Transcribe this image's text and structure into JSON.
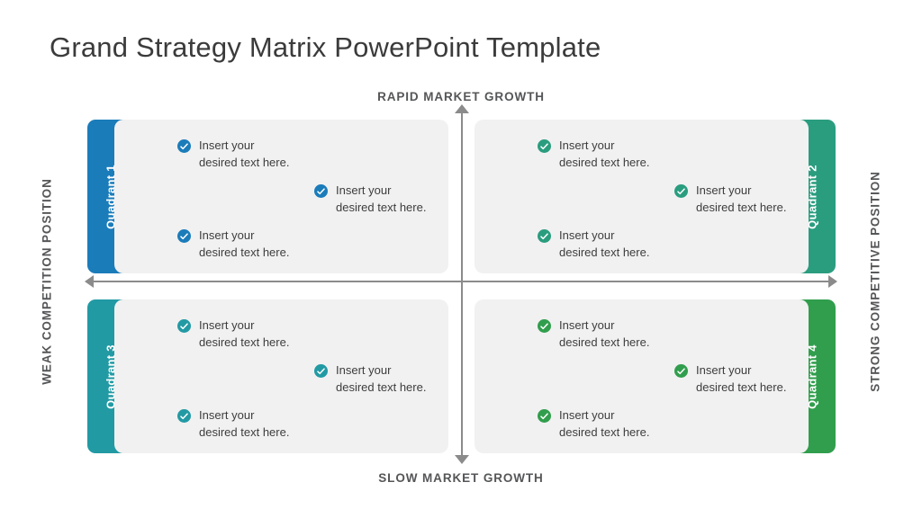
{
  "title": "Grand Strategy Matrix PowerPoint Template",
  "axes": {
    "top_label": "RAPID MARKET GROWTH",
    "bottom_label": "SLOW MARKET GROWTH",
    "left_label": "WEAK COMPETITION POSITION",
    "right_label": "STRONG COMPETITIVE POSITION",
    "axis_color": "#8b8b8b",
    "vertical_arrow_up_icon": "arrow-up-icon",
    "vertical_arrow_down_icon": "arrow-down-icon",
    "horizontal_arrow_left_icon": "arrow-left-icon",
    "horizontal_arrow_right_icon": "arrow-right-icon"
  },
  "bullet_icon": "check-circle-icon",
  "panel_color": "#f1f1f1",
  "quadrants": [
    {
      "label": "Quadrant 1",
      "color": "#1b7cba",
      "tab_side": "left",
      "items": [
        {
          "line1": "Insert your",
          "line2": "desired text here."
        },
        {
          "line1": "Insert your",
          "line2": "desired text here."
        },
        {
          "line1": "Insert your",
          "line2": "desired text here."
        }
      ]
    },
    {
      "label": "Quadrant 2",
      "color": "#2a9d7f",
      "tab_side": "right",
      "items": [
        {
          "line1": "Insert your",
          "line2": "desired text here."
        },
        {
          "line1": "Insert your",
          "line2": "desired text here."
        },
        {
          "line1": "Insert your",
          "line2": "desired text here."
        }
      ]
    },
    {
      "label": "Quadrant 3",
      "color": "#229aa4",
      "tab_side": "left",
      "items": [
        {
          "line1": "Insert your",
          "line2": "desired text here."
        },
        {
          "line1": "Insert your",
          "line2": "desired text here."
        },
        {
          "line1": "Insert your",
          "line2": "desired text here."
        }
      ]
    },
    {
      "label": "Quadrant 4",
      "color": "#319e4d",
      "tab_side": "right",
      "items": [
        {
          "line1": "Insert your",
          "line2": "desired text here."
        },
        {
          "line1": "Insert your",
          "line2": "desired text here."
        },
        {
          "line1": "Insert your",
          "line2": "desired text here."
        }
      ]
    }
  ]
}
